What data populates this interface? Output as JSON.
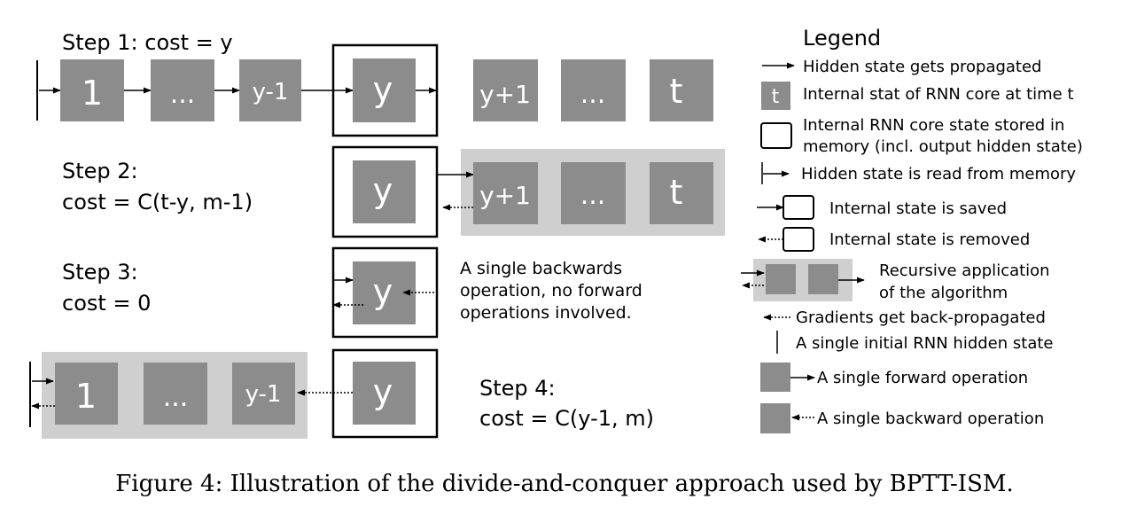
{
  "steps": {
    "step1": {
      "title": "Step 1: cost = y"
    },
    "step2": {
      "title": "Step 2:",
      "cost": "cost = C(t-y, m-1)"
    },
    "step3": {
      "title": "Step 3:",
      "cost": "cost = 0",
      "note": [
        "A single backwards",
        "operation, no forward",
        "operations involved."
      ]
    },
    "step4": {
      "title": "Step 4:",
      "cost": "cost = C(y-1, m)"
    }
  },
  "cells": {
    "one": "1",
    "dots": "...",
    "ym1": "y-1",
    "y": "y",
    "yp1": "y+1",
    "t": "t"
  },
  "legend": {
    "title": "Legend",
    "items": {
      "propagate": "Hidden state gets propagated",
      "internal_state_1": "Internal stat of RNN core at time t",
      "internal_state_1_glyph": "t",
      "stored_1": "Internal RNN core state stored in",
      "stored_2": "memory (incl. output hidden state)",
      "read": "Hidden state is read from memory",
      "saved": "Internal state is saved",
      "removed": "Internal state is removed",
      "recursive_1": "Recursive application",
      "recursive_2": "of the algorithm",
      "gradients": "Gradients get back-propagated",
      "initial": "A single initial RNN hidden state",
      "forward": "A single forward operation",
      "backward": "A single backward operation"
    }
  },
  "caption": "Figure 4: Illustration of the divide-and-conquer approach used by BPTT-ISM.",
  "colors": {
    "cell": "#8c8c8c",
    "panel": "#cfcfcf",
    "ink": "#000000"
  }
}
